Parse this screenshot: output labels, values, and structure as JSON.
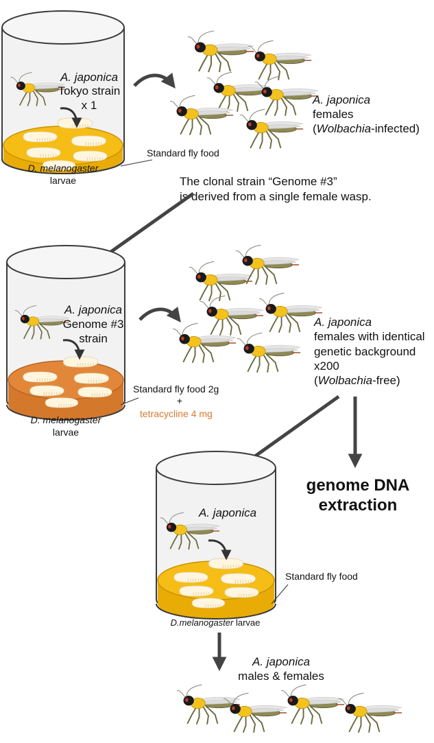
{
  "colors": {
    "vial_body": "#f2f2f2",
    "vial_stroke": "#3a3a3a",
    "food_standard": "#f6bd16",
    "food_standard_dark": "#e9ac06",
    "food_tetracycline": "#e2873a",
    "food_tetracycline_dark": "#d4782c",
    "larva": "#fff6e0",
    "tetracycline_text": "#d9782d",
    "arrow": "#444444",
    "wasp_thorax": "#f4c21f",
    "wasp_body": "#8f8a55",
    "wasp_head": "#1a1a1a",
    "wasp_wing": "#d8d8d8"
  },
  "panel1": {
    "species": "A. japonica",
    "strain": "Tokyo strain",
    "count": "x 1",
    "food_label": "Standard fly food",
    "host_species": "D. melanogaster",
    "host_stage": "larvae",
    "result_species": "A.  japonica",
    "result_sex": "females",
    "result_infection_italic": "Wolbachia",
    "result_infection_rest": "-infected)"
  },
  "clonal_note": {
    "line1": "The clonal strain “Genome #3”",
    "line2": "is derived from a single female wasp."
  },
  "panel2": {
    "species": "A. japonica",
    "strain_line1": "Genome #3",
    "strain_line2": "strain",
    "food_label": "Standard fly food 2g",
    "plus": "+",
    "additive": "tetracycline 4 mg",
    "host_species": "D. melanogaster",
    "host_stage": "larvae",
    "result_species": "A. japonica",
    "result_line2": "females with identical",
    "result_line3": "genetic background",
    "result_count": "x200",
    "result_infection_italic": "Wolbachia",
    "result_infection_rest": "-free)"
  },
  "extraction": {
    "line1": "genome DNA",
    "line2": "extraction"
  },
  "panel3": {
    "species": "A. japonica",
    "food_label": "Standard fly food",
    "host_species": "D.melanogaster",
    "host_stage": "larvae",
    "result_species": "A. japonica",
    "result_sex": "males & females"
  },
  "wasp_icon": "parasitoid-wasp-icon"
}
